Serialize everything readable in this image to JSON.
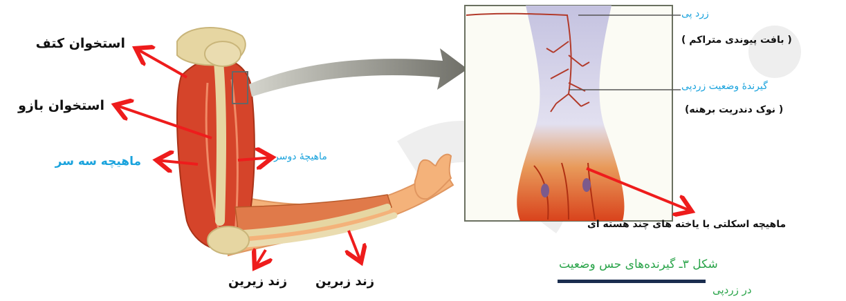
{
  "labels": {
    "scapula": "استخوان کتف",
    "humerus": "استخوان بازو",
    "triceps": "ماهیچه سه سر",
    "biceps": "ماهیچهٔ دوسر",
    "ulna": "زند زیرین",
    "radius": "زند زبرین",
    "tendon": "زرد پی",
    "tendon_desc": "( بافت پیوندی متراکم )",
    "receptor": "گیرندهٔ وضعیت زردپی",
    "receptor_desc": "( نوک دندریت برهنه)",
    "skeletal_muscle": "ماهیچه اسکلتی با یاخته های چند هسته ای"
  },
  "caption": {
    "line1": "شکل ۳ـ گیرنده‌های حس وضعیت",
    "line2": "در زردپی"
  },
  "colors": {
    "arrow": "#ee1c1c",
    "label_blue": "#1aa3dd",
    "caption_green": "#2aa44a",
    "caption_bar": "#1b2d4f",
    "muscle": "#d5442a",
    "bone": "#e8d9a8",
    "skin": "#f4b27a",
    "tendon": "#c9c8e2"
  }
}
